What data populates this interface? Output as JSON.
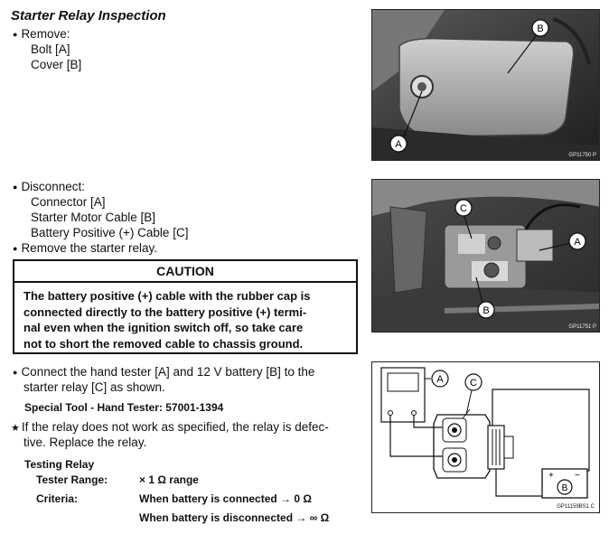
{
  "section1": {
    "title": "Starter Relay Inspection",
    "remove_label": "Remove:",
    "items": [
      "Bolt [A]",
      "Cover [B]"
    ]
  },
  "section2": {
    "disconnect_label": "Disconnect:",
    "items": [
      "Connector [A]",
      "Starter Motor Cable [B]",
      "Battery Positive (+) Cable [C]"
    ],
    "remove_relay": "Remove the starter relay."
  },
  "caution": {
    "heading": "CAUTION",
    "lines": [
      "The battery positive (+) cable with the rubber cap is",
      "connected directly to the battery positive (+) termi-",
      "nal even when the ignition switch off, so take care",
      "not to short the removed cable to chassis ground."
    ]
  },
  "section3": {
    "connect_lines": [
      "Connect the hand tester [A] and 12 V battery [B] to the",
      "starter relay [C] as shown."
    ],
    "special_tool": "Special Tool -  Hand Tester: 57001-1394",
    "note_lines": [
      "If the relay does not work as specified, the relay is defec-",
      "tive.  Replace the relay."
    ],
    "testing_heading": "Testing Relay",
    "tester_range_label": "Tester Range:",
    "tester_range_value": "× 1 Ω range",
    "criteria_label": "Criteria:",
    "criteria_1": "When battery is connected → 0 Ω",
    "criteria_2": "When battery is disconnected → ∞ Ω"
  },
  "figures": {
    "fig1": {
      "label_a": "A",
      "label_b": "B",
      "code": "GP11750  P"
    },
    "fig2": {
      "label_a": "A",
      "label_b": "B",
      "label_c": "C",
      "code": "GP11751  P"
    },
    "fig3": {
      "label_a": "A",
      "label_b": "B",
      "label_c": "C",
      "code": "GP11159BS1  C",
      "plus": "+",
      "minus": "−"
    }
  }
}
